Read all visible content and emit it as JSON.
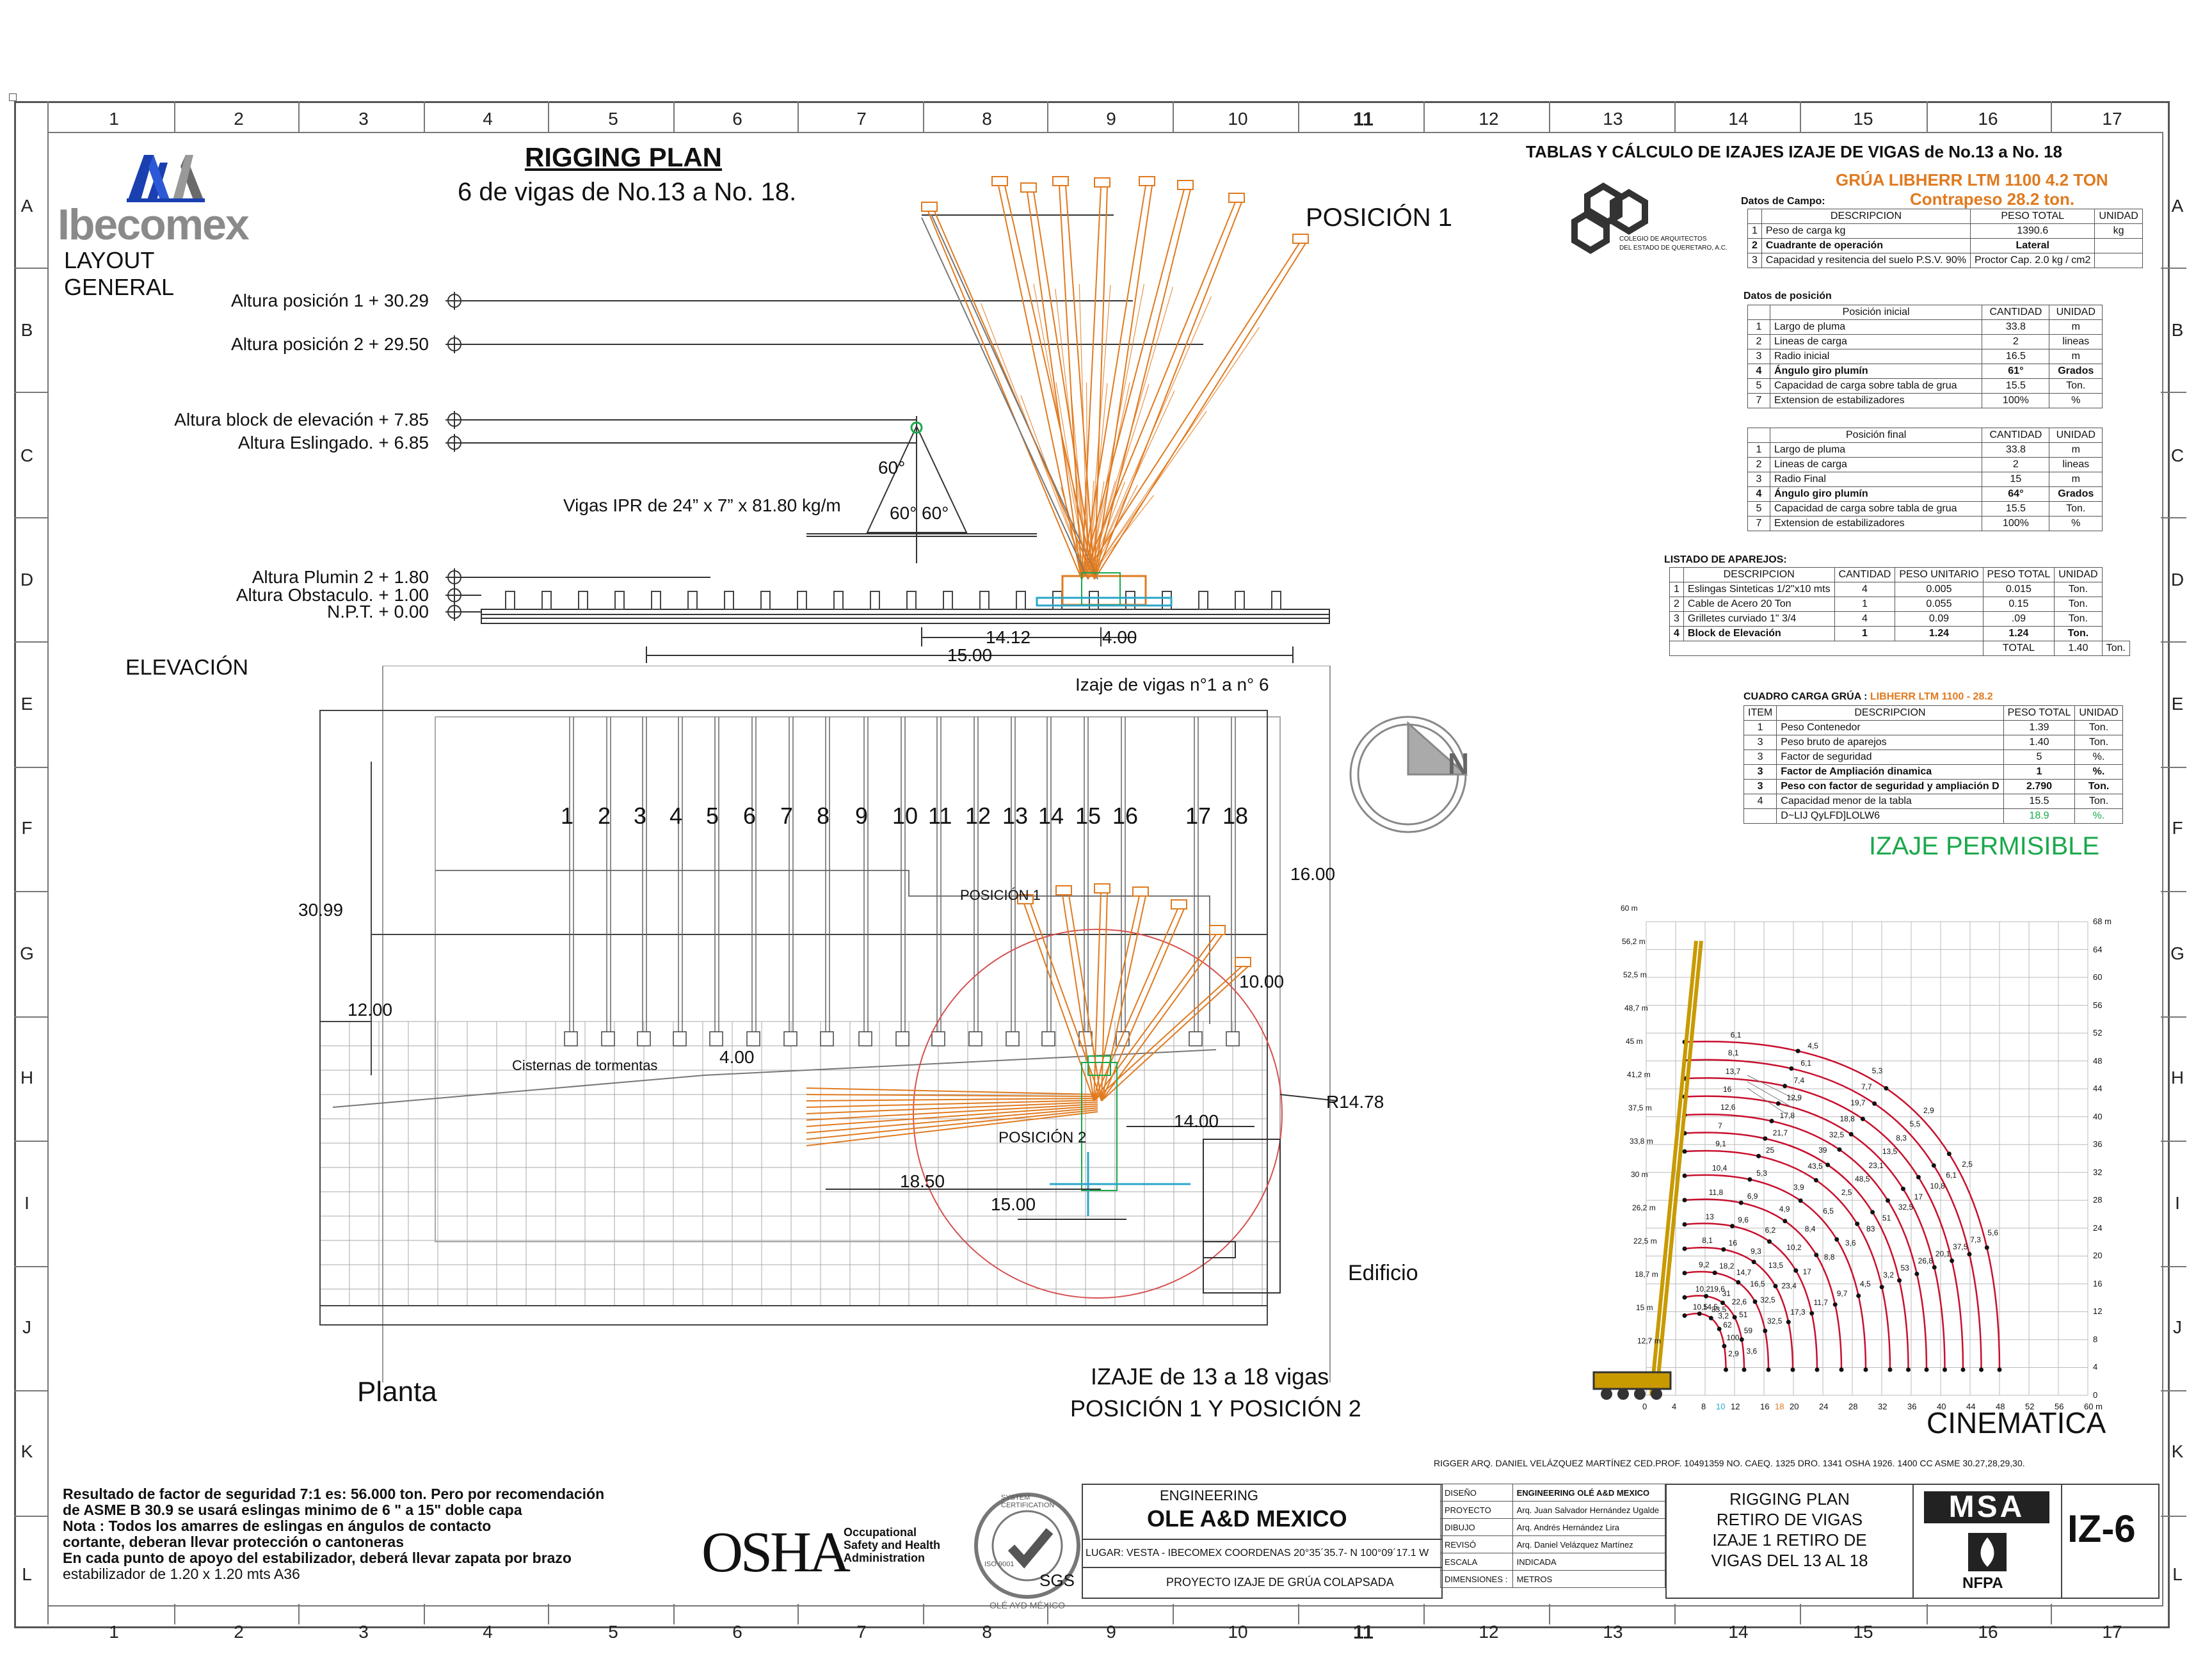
{
  "grid": {
    "columns": [
      "1",
      "2",
      "3",
      "4",
      "5",
      "6",
      "7",
      "8",
      "9",
      "10",
      "11",
      "12",
      "13",
      "14",
      "15",
      "16",
      "17"
    ],
    "rows": [
      "A",
      "B",
      "C",
      "D",
      "E",
      "F",
      "G",
      "H",
      "I",
      "J",
      "K",
      "L"
    ]
  },
  "logo": {
    "brand": "Ibecomex",
    "subtitle": "LAYOUT GENERAL"
  },
  "header": {
    "title": "RIGGING PLAN",
    "subtitle": "6 de vigas de No.13 a No. 18."
  },
  "elevation": {
    "position_label": "POSICIÓN 1",
    "heights": [
      "Altura posición 1 + 30.29",
      "Altura posición 2 + 29.50",
      "Altura block de elevación + 7.85",
      "Altura Eslingado. + 6.85",
      "Altura Plumin 2  + 1.80",
      "Altura Obstaculo. + 1.00",
      "N.P.T. + 0.00"
    ],
    "angles": [
      "60°",
      "60°",
      "60°"
    ],
    "beam_label": "Vigas IPR de 24” x 7” x 81.80 kg/m",
    "dims": [
      "14.12",
      "4.00",
      "15.00"
    ],
    "section_label": "ELEVACIÓN"
  },
  "plan": {
    "caption": "Izaje de vigas n°1  a  n° 6",
    "beam_numbers": [
      "1",
      "2",
      "3",
      "4",
      "5",
      "6",
      "7",
      "8",
      "9",
      "10",
      "11",
      "12",
      "13",
      "14",
      "15",
      "16",
      "17",
      "18"
    ],
    "dims": {
      "d1": "30.99",
      "d2": "12.00",
      "d3": "16.00",
      "d4": "10.00",
      "d5": "4.00",
      "d6": "14.00",
      "d7": "18.50",
      "d8": "15.00",
      "radius": "R14.78"
    },
    "pos1": "POSICIÓN 1",
    "pos2": "POSICIÓN 2",
    "cisterns": "Cisternas de tormentas",
    "building": "Edificio",
    "section_label": "Planta",
    "lift_title_1": "IZAJE de 13 a 18 vigas",
    "lift_title_2": "POSICIÓN 1 Y POSICIÓN 2",
    "north": "N"
  },
  "tables": {
    "main_title": "TABLAS Y CÁLCULO DE IZAJES IZAJE DE VIGAS  de No.13 a No. 18",
    "crane_title": "GRÚA LIBHERR  LTM 1100 4.2 TON",
    "counterweight": "Contrapeso 28.2 ton.",
    "college_1": "COLEGIO DE ARQUITECTOS",
    "college_2": "DEL ESTADO DE QUERETARO, A.C.",
    "field_data": {
      "title": "Datos de Campo:",
      "headers": [
        "DESCRIPCION",
        "PESO TOTAL",
        "UNIDAD"
      ],
      "rows": [
        [
          "1",
          "Peso de carga kg",
          "1390.6",
          "kg"
        ],
        [
          "2",
          "Cuadrante de operación",
          "Lateral",
          ""
        ],
        [
          "3",
          "Capacidad y resitencia del suelo  P.S.V.  90%",
          "Proctor Cap. 2.0 kg / cm2",
          ""
        ]
      ]
    },
    "position_data_title": "Datos de  posición",
    "initial": {
      "headers": [
        "Posición inicial",
        "CANTIDAD",
        "UNIDAD"
      ],
      "rows": [
        [
          "1",
          "Largo de pluma",
          "33.8",
          "m"
        ],
        [
          "2",
          "Lineas de carga",
          "2",
          "lineas"
        ],
        [
          "3",
          "Radio inicial",
          "16.5",
          "m"
        ],
        [
          "4",
          "Ángulo giro plumín",
          "61°",
          "Grados"
        ],
        [
          "5",
          "Capacidad de carga sobre tabla de grua",
          "15.5",
          "Ton."
        ],
        [
          "7",
          "Extension de estabilizadores",
          "100%",
          "%"
        ]
      ]
    },
    "final": {
      "headers": [
        "Posición final",
        "CANTIDAD",
        "UNIDAD"
      ],
      "rows": [
        [
          "1",
          "Largo de pluma",
          "33.8",
          "m"
        ],
        [
          "2",
          "Lineas de carga",
          "2",
          "lineas"
        ],
        [
          "3",
          "Radio Final",
          "15",
          "m"
        ],
        [
          "4",
          "Ángulo giro plumín",
          "64°",
          "Grados"
        ],
        [
          "5",
          "Capacidad de carga sobre tabla de grua",
          "15.5",
          "Ton."
        ],
        [
          "7",
          "Extension de estabilizadores",
          "100%",
          "%"
        ]
      ]
    },
    "rigging": {
      "title": "LISTADO DE APAREJOS:",
      "headers": [
        "DESCRIPCION",
        "CANTIDAD",
        "PESO UNITARIO",
        "PESO TOTAL",
        "UNIDAD"
      ],
      "rows": [
        [
          "1",
          "Eslingas Sinteticas 1/2\"x10 mts",
          "4",
          "0.005",
          "0.015",
          "Ton."
        ],
        [
          "2",
          "Cable de Acero  20 Ton",
          "1",
          "0.055",
          "0.15",
          "Ton."
        ],
        [
          "3",
          "Grilletes curviado  1\" 3/4",
          "4",
          "0.09",
          ".09",
          "Ton."
        ],
        [
          "4",
          "Block de Elevación",
          "1",
          "1.24",
          "1.24",
          "Ton."
        ]
      ],
      "total_label": "TOTAL",
      "total_value": "1.40",
      "total_unit": "Ton."
    },
    "load": {
      "title": "CUADRO CARGA GRÚA :",
      "title_crane": "LIBHERR LTM 1100 - 28.2",
      "headers": [
        "ITEM",
        "DESCRIPCION",
        "PESO TOTAL",
        "UNIDAD"
      ],
      "rows": [
        [
          "1",
          "Peso Contenedor",
          "1.39",
          "Ton."
        ],
        [
          "3",
          "Peso bruto de aparejos",
          "1.40",
          "Ton."
        ],
        [
          "3",
          "Factor de seguridad",
          "5",
          "%."
        ],
        [
          "3",
          "Factor de Ampliación dinamica",
          "1",
          "%."
        ],
        [
          "3",
          "Peso con factor de seguridad y ampliación D",
          "2.790",
          "Ton."
        ],
        [
          "4",
          "Capacidad  menor de la tabla",
          "15.5",
          "Ton."
        ],
        [
          "",
          "D~LIJ QyLFD]LOLW6",
          "18.9",
          "%."
        ]
      ]
    },
    "permissible": "IZAJE PERMISIBLE"
  },
  "chart": {
    "title": "CINEMATICA",
    "y_ticks": [
      "68 m",
      "64",
      "60",
      "56",
      "52",
      "48",
      "44",
      "40",
      "36",
      "32",
      "28",
      "24",
      "20",
      "16",
      "12",
      "8",
      "4",
      "0"
    ],
    "x_ticks": [
      "0",
      "4",
      "8",
      "12",
      "16",
      "20",
      "24",
      "28",
      "32",
      "36",
      "40",
      "44",
      "48",
      "52",
      "56",
      "60 m"
    ],
    "x_special": [
      "10",
      "18"
    ],
    "boom_labels": [
      "60 m",
      "56,2 m",
      "52,5 m",
      "48,7 m",
      "45 m",
      "41,2 m",
      "37,5 m",
      "33,8 m",
      "30 m",
      "26,2 m",
      "22,5 m",
      "18,7 m",
      "15 m",
      "12,7 m"
    ],
    "values": [
      "10,5",
      "10,2",
      "9,2",
      "8,1",
      "13",
      "11,8",
      "10,4",
      "9,1",
      "7",
      "12,6",
      "16",
      "13,7",
      "8,1",
      "6,1",
      "14,5",
      "19,6",
      "18,2",
      "16",
      "9,6",
      "6,9",
      "5,3",
      "25",
      "21,7",
      "17,8",
      "12,9",
      "7,4",
      "6,1",
      "4,5",
      "33,5",
      "31",
      "14,7",
      "9,3",
      "6,2",
      "4,9",
      "3,9",
      "43,5",
      "39",
      "32,5",
      "18,8",
      "19,7",
      "7,7",
      "5,3",
      "3,2",
      "22,6",
      "16,5",
      "13,5",
      "10,2",
      "8,4",
      "6,5",
      "2,5",
      "48,5",
      "23,1",
      "13,5",
      "8,3",
      "5,5",
      "2,9",
      "62",
      "51",
      "32,5",
      "23,4",
      "17",
      "8,8",
      "3,6",
      "83",
      "51",
      "32,5",
      "17",
      "10,8",
      "6,1",
      "2,5",
      "100",
      "59",
      "32,5",
      "17,3",
      "11,7",
      "9,7",
      "4,5",
      "3,2",
      "53",
      "26,8",
      "20,1",
      "37,5",
      "7,3",
      "5,6",
      "2,9",
      "3,6"
    ]
  },
  "footer": {
    "signatures": "RIGGER   ARQ. DANIEL VELÁZQUEZ MARTÍNEZ     CED.PROF. 10491359     NO. CAEQ. 1325     DRO. 1341     OSHA 1926. 1400 CC     ASME 30.27,28,29,30.",
    "notes": [
      "Resultado de factor de seguridad 7:1 es: 56.000 ton.  Pero por recomendación",
      "de ASME B 30.9 se usará eslingas minimo de 6 \"  a  15\" doble capa",
      "Nota : Todos los amarres de eslingas en ángulos de contacto",
      "cortante, deberan llevar protección o cantoneras",
      "En cada punto de apoyo del estabilizador, deberá llevar zapata por brazo",
      "estabilizador de 1.20 x 1.20 mts A36"
    ],
    "osha": "OSHA",
    "osha_desc": [
      "Occupational",
      "Safety and Health",
      "Administration"
    ],
    "sgs": "SGS",
    "iso": "ISO 9001",
    "sgs_cert": "SYSTEM CERTIFICATION",
    "ole_small": "OLÉ AYD MÉXICO",
    "company_label": "ENGINEERING",
    "company": "OLE A&D MEXICO",
    "location": "LUGAR: VESTA - IBECOMEX COORDENAS 20°35´35.7- N 100°09´17.1 W",
    "project": "PROYECTO IZAJE DE GRÚA COLAPSADA",
    "info": [
      [
        "DISEÑO",
        "ENGINEERING OLÉ A&D MEXICO"
      ],
      [
        "PROYECTO",
        "Arq. Juan Salvador Hernández Ugalde"
      ],
      [
        "DIBUJO",
        "Arq. Andrés Hernández  Lira"
      ],
      [
        "REVISÓ",
        "Arq. Daniel Velázquez Martínez"
      ],
      [
        "ESCALA",
        "INDICADA"
      ],
      [
        "DIMENSIONES :",
        "METROS"
      ]
    ],
    "sheet_desc": [
      "RIGGING PLAN",
      "RETIRO DE VIGAS",
      "IZAJE 1 RETIRO DE",
      "VIGAS DEL 13 AL 18"
    ],
    "msa": "MSA",
    "nfpa": "NFPA",
    "sheet": "IZ-6"
  },
  "colors": {
    "crane": "#e07a1f",
    "accent_green": "#1aa84a",
    "chart_curves": "#c8102e",
    "radius_circle": "#d65050",
    "logo_blue": "#1a3fb0"
  }
}
